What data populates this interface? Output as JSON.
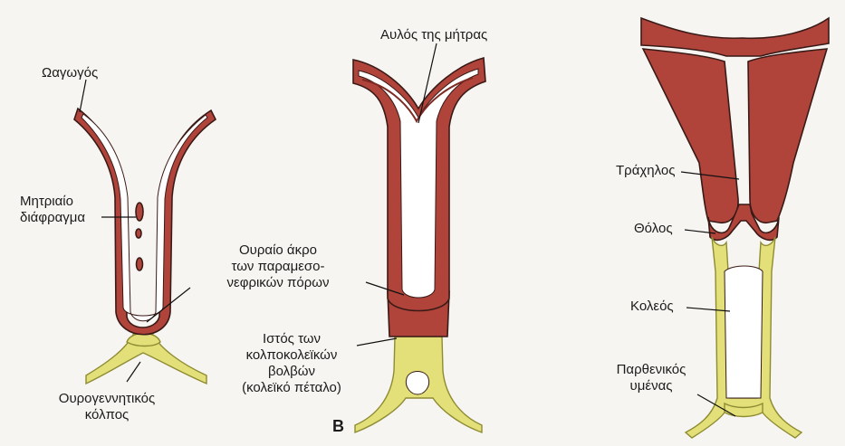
{
  "colors": {
    "tissue": "#b0443a",
    "tissue_dark": "#7d2a23",
    "lumen": "#ffffff",
    "bulb": "#e3e07a",
    "bulb_edge": "#8e8c32",
    "outline": "#3a1a17",
    "background": "#f7f5f1"
  },
  "panels": [
    {
      "id": "A",
      "labels": {
        "oviduct": "Ωαγωγός",
        "uterine_septum_line1": "Μητριαίο",
        "uterine_septum_line2": "διάφραγμα",
        "urogenital_sinus_line1": "Ουρογεννητικός",
        "urogenital_sinus_line2": "κόλπος"
      }
    },
    {
      "id": "B",
      "letter": "B",
      "labels": {
        "uterine_canal": "Αυλός της μήτρας",
        "caudal_tip_line1": "Ουραίο άκρο",
        "caudal_tip_line2": "των παραμεσο-",
        "caudal_tip_line3": "νεφρικών πόρων",
        "sinovaginal_line1": "Ιστός των",
        "sinovaginal_line2": "κολποκολεϊκών",
        "sinovaginal_line3": "βολβών",
        "sinovaginal_line4": "(κολεϊκό πέταλο)"
      }
    },
    {
      "id": "C",
      "labels": {
        "cervix": "Τράχηλος",
        "fornix": "Θόλος",
        "vagina": "Κολεός",
        "hymen_line1": "Παρθενικός",
        "hymen_line2": "υμένας"
      }
    }
  ]
}
